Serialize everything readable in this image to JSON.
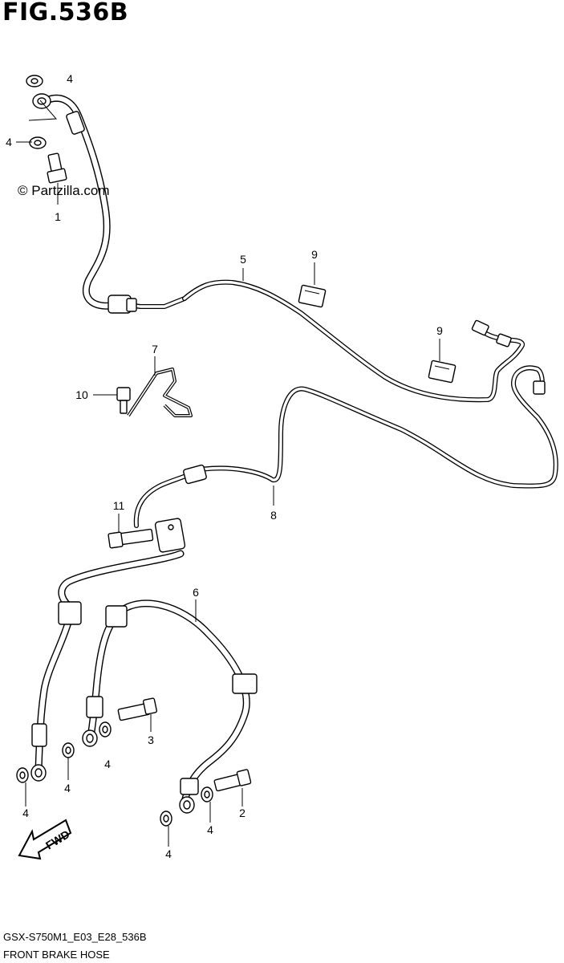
{
  "figure": {
    "title": "FIG.536B"
  },
  "copyright": "© Partzilla.com",
  "fwd_label": "FWD",
  "footer": {
    "code": "GSX-S750M1_E03_E28_536B",
    "name": "FRONT BRAKE HOSE"
  },
  "callouts": [
    {
      "key": "c4a",
      "text": "4"
    },
    {
      "key": "c4b",
      "text": "4"
    },
    {
      "key": "c1",
      "text": "1"
    },
    {
      "key": "c5",
      "text": "5"
    },
    {
      "key": "c9a",
      "text": "9"
    },
    {
      "key": "c9b",
      "text": "9"
    },
    {
      "key": "c7",
      "text": "7"
    },
    {
      "key": "c10",
      "text": "10"
    },
    {
      "key": "c8",
      "text": "8"
    },
    {
      "key": "c11",
      "text": "11"
    },
    {
      "key": "c6",
      "text": "6"
    },
    {
      "key": "c3",
      "text": "3"
    },
    {
      "key": "c4c",
      "text": "4"
    },
    {
      "key": "c4d",
      "text": "4"
    },
    {
      "key": "c4e",
      "text": "4"
    },
    {
      "key": "c2",
      "text": "2"
    },
    {
      "key": "c4f",
      "text": "4"
    },
    {
      "key": "c4g",
      "text": "4"
    }
  ]
}
